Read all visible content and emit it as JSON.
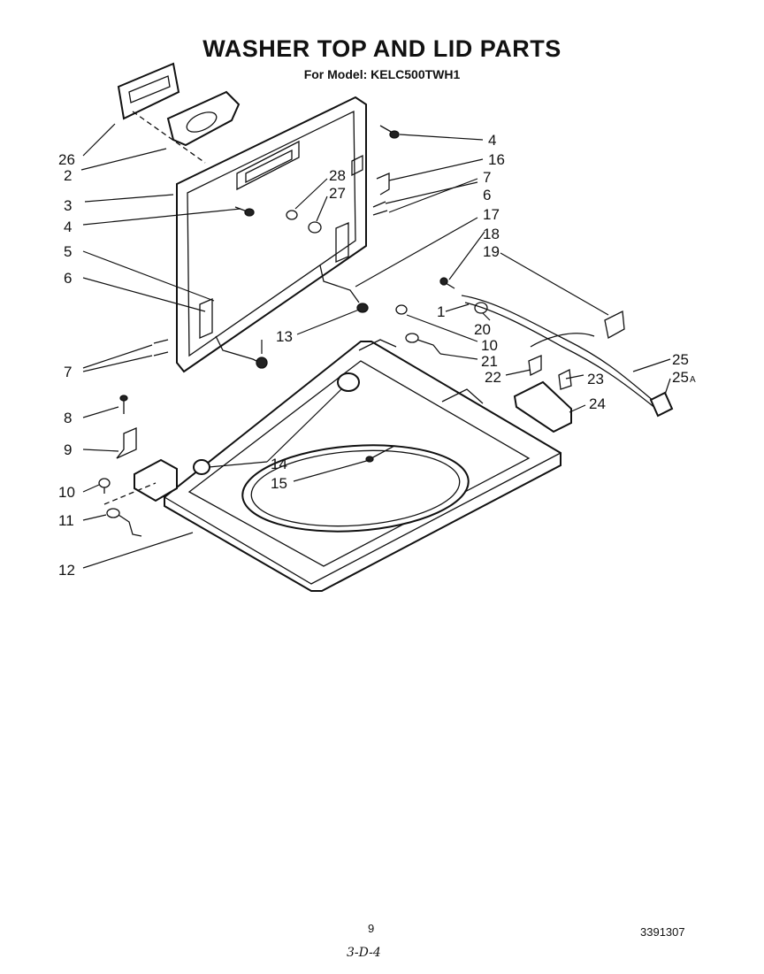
{
  "title": "WASHER TOP AND LID PARTS",
  "subtitle": "For Model: KELC500TWH1",
  "callouts": {
    "c26": "26",
    "c2": "2",
    "c3": "3",
    "c4a": "4",
    "c5": "5",
    "c6a": "6",
    "c7a": "7",
    "c8": "8",
    "c9": "9",
    "c10a": "10",
    "c11": "11",
    "c12": "12",
    "c4b": "4",
    "c16": "16",
    "c28": "28",
    "c27": "27",
    "c7b": "7",
    "c6b": "6",
    "c17": "17",
    "c18": "18",
    "c19": "19",
    "c1": "1",
    "c20": "20",
    "c13": "13",
    "c10b": "10",
    "c21": "21",
    "c22": "22",
    "c23": "23",
    "c25": "25",
    "c25a": "25",
    "c25a_sub": "A",
    "c24": "24",
    "c14": "14",
    "c15": "15"
  },
  "footer": {
    "page_number": "9",
    "document_number": "3391307",
    "handwritten": "3-D-4"
  }
}
